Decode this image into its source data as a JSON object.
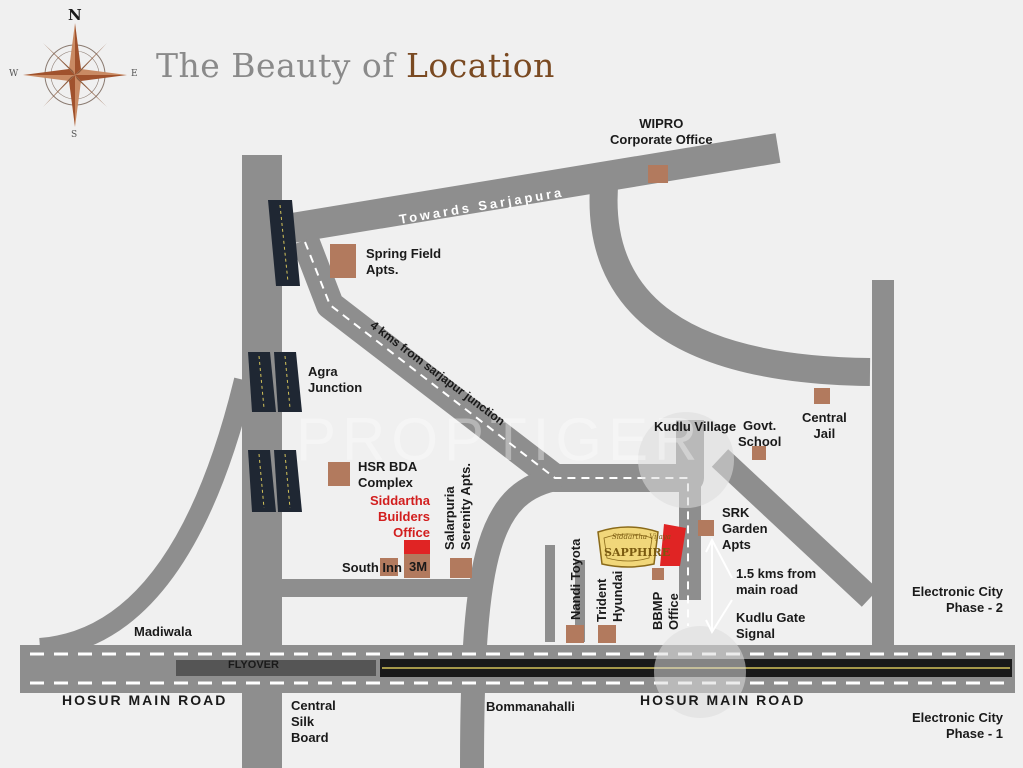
{
  "title": {
    "prefix": "The Beauty of",
    "highlight": "Location"
  },
  "compass": {
    "n": "N",
    "s": "S",
    "e": "E",
    "w": "W"
  },
  "watermark": "PROPTIGER",
  "colors": {
    "background": "#f0f0f0",
    "road": "#8e8e8e",
    "building": "#b27a5e",
    "project": "#e02424",
    "accent": "#7a4a22"
  },
  "roads": {
    "hosur_left": "HOSUR MAIN ROAD",
    "hosur_right": "HOSUR MAIN ROAD",
    "flyover": "FLYOVER",
    "sarjapura": "Towards Sarjapura",
    "distance_sarjapur": "4 kms from sarjapur junction"
  },
  "places": {
    "wipro": "WIPRO\nCorporate Office",
    "spring_field": "Spring Field\nApts.",
    "agra": "Agra\nJunction",
    "hsr": "HSR BDA\nComplex",
    "siddartha": "Siddartha\nBuilders\nOffice",
    "salarpuria": "Salarpuria\nSerenity Apts.",
    "south_inn": "South Inn",
    "three_m": "3M",
    "madiwala": "Madiwala",
    "central_silk": "Central\nSilk\nBoard",
    "bommanahalli": "Bommanahalli",
    "kudlu_village": "Kudlu Village",
    "govt_school": "Govt.\nSchool",
    "central_jail": "Central\nJail",
    "srk": "SRK\nGarden\nApts",
    "distance_main": "1.5 kms from\nmain road",
    "kudlu_gate": "Kudlu Gate\nSignal",
    "nandi": "Nandi Toyota",
    "trident": "Trident\nHyundai",
    "bbmp": "BBMP\nOffice",
    "ec2": "Electronic City\nPhase - 2",
    "ec1": "Electronic City\nPhase - 1"
  },
  "project_logo": {
    "name": "SAPPHIRE",
    "developer": "Siddartha Vijaya"
  }
}
